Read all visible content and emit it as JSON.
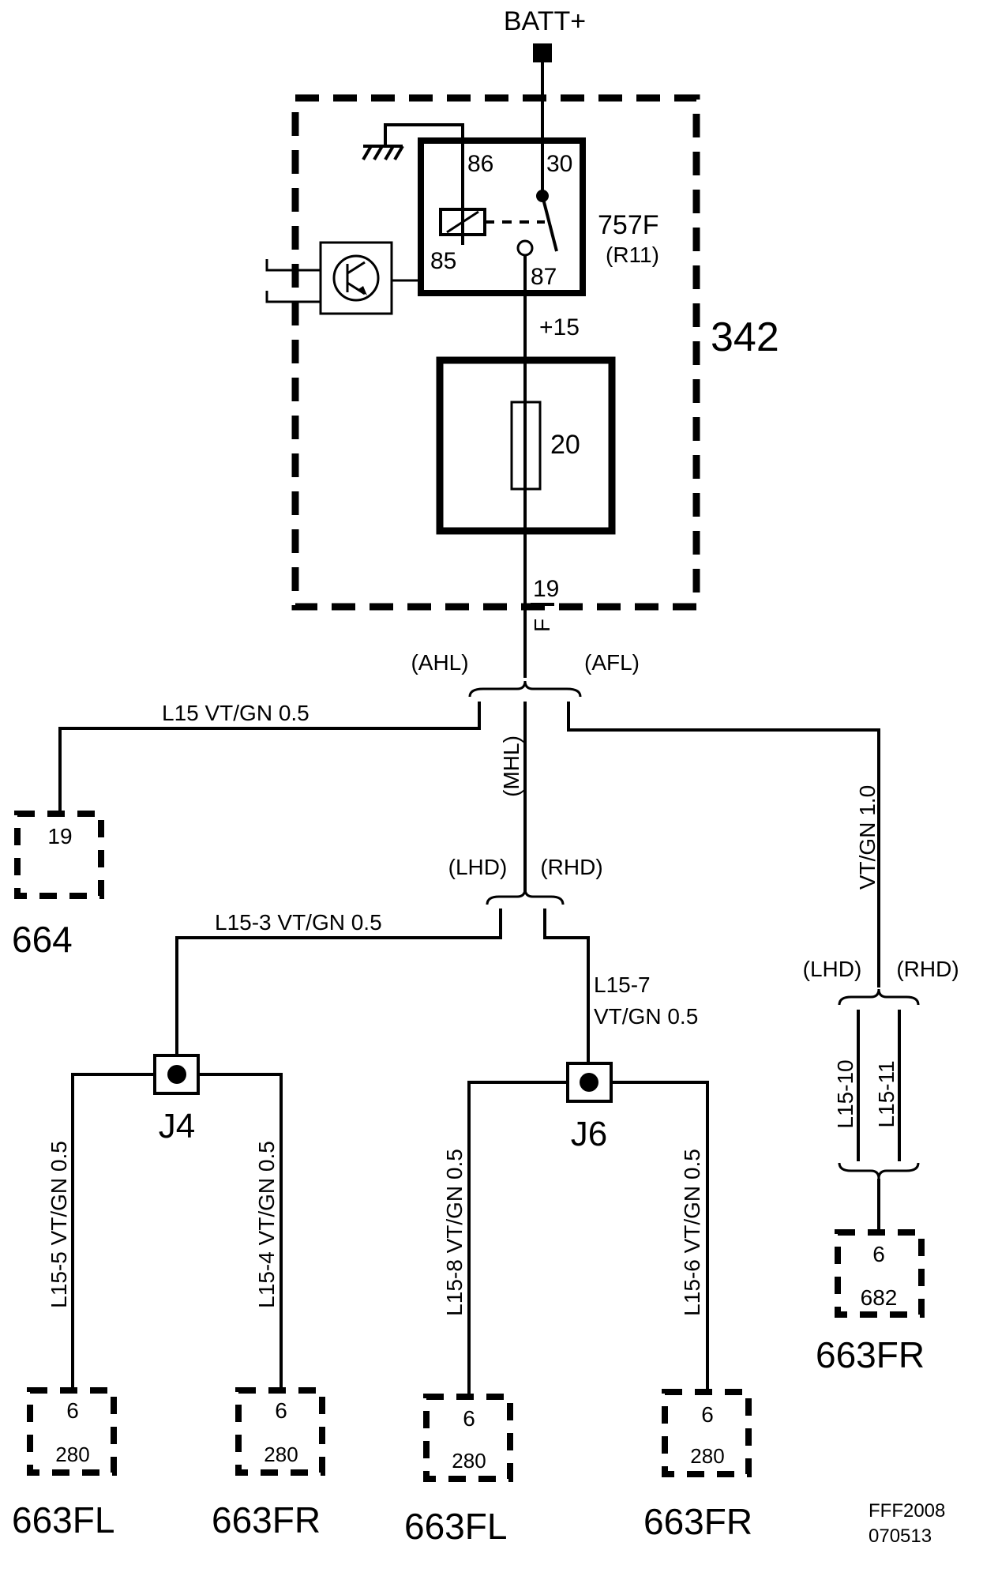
{
  "supply": {
    "label": "BATT+"
  },
  "module": {
    "ref": "342"
  },
  "relay": {
    "ref": "757F",
    "sub": "(R11)",
    "pin_86": "86",
    "pin_30": "30",
    "pin_85": "85",
    "pin_87": "87"
  },
  "fuse": {
    "supply_label": "+15",
    "rating": "20",
    "pin": "19",
    "pin_side": "F"
  },
  "options": {
    "ahl": "(AHL)",
    "afl": "(AFL)",
    "mhl": "(MHL)",
    "lhd": "(LHD)",
    "rhd": "(RHD)"
  },
  "wires": {
    "l15": "L15   VT/GN   0.5",
    "l15_3": "L15-3      VT/GN   0.5",
    "l15_7_name": "L15-7",
    "l15_7_spec": "VT/GN    0.5",
    "right_trunk": "VT/GN   1.0",
    "l15_10": "L15-10",
    "l15_11": "L15-11",
    "l15_5": "L15-5   VT/GN   0.5",
    "l15_4": "L15-4   VT/GN   0.5",
    "l15_8": "L15-8   VT/GN   0.5",
    "l15_6": "L15-6   VT/GN   0.5"
  },
  "splices": {
    "j4": "J4",
    "j6": "J6"
  },
  "connectors": {
    "c664": {
      "pin": "19",
      "ref": "664"
    },
    "c663fr_right": {
      "pin": "6",
      "housing": "682",
      "ref": "663FR"
    },
    "c663fl_1": {
      "pin": "6",
      "housing": "280",
      "ref": "663FL"
    },
    "c663fr_1": {
      "pin": "6",
      "housing": "280",
      "ref": "663FR"
    },
    "c663fl_2": {
      "pin": "6",
      "housing": "280",
      "ref": "663FL"
    },
    "c663fr_2": {
      "pin": "6",
      "housing": "280",
      "ref": "663FR"
    }
  },
  "footer": {
    "code": "FFF2008",
    "date": "070513"
  }
}
